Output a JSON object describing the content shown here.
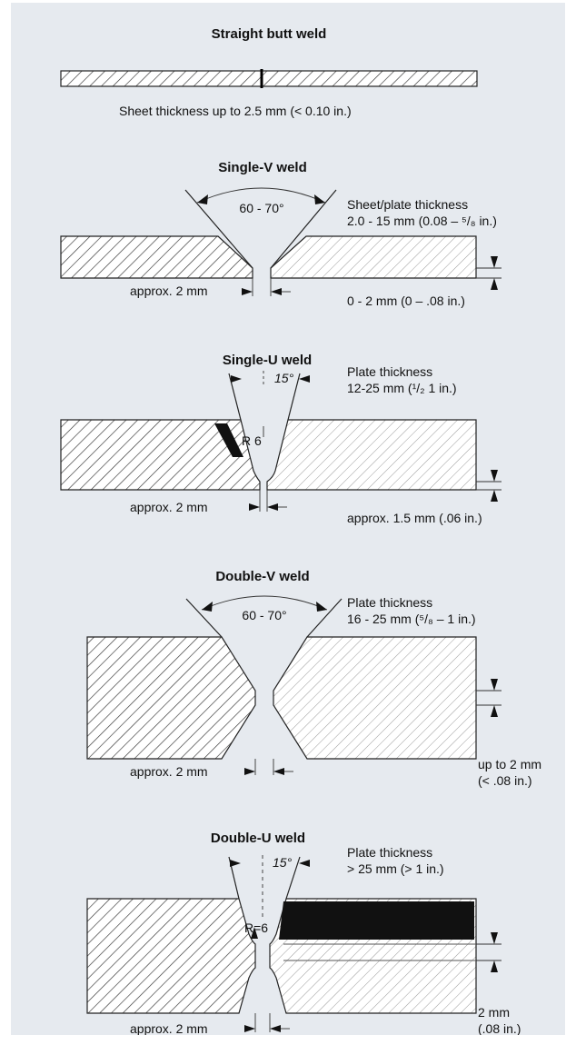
{
  "background_color": "#e6eaef",
  "line_color": "#222222",
  "sections": [
    {
      "title": "Straight butt weld",
      "labels": [
        "Sheet thickness up to 2.5 mm (< 0.10 in.)"
      ]
    },
    {
      "title": "Single-V weld",
      "angle": "60 - 70°",
      "labels": [
        "Sheet/plate thickness",
        "2.0 - 15 mm (0.08 – ⁵/₈ in.)",
        "approx. 2 mm",
        "0 - 2 mm (0 – .08 in.)"
      ]
    },
    {
      "title": "Single-U weld",
      "angle": "15°",
      "radius": "R  6",
      "labels": [
        "Plate thickness",
        "12-25 mm (¹/₂   1 in.)",
        "approx. 2 mm",
        "approx. 1.5 mm (.06 in.)"
      ]
    },
    {
      "title": "Double-V weld",
      "angle": "60 - 70°",
      "labels": [
        "Plate thickness",
        "16 - 25 mm (⁵/₈ – 1 in.)",
        "up to 2 mm",
        "(< .08 in.)",
        "approx. 2 mm"
      ]
    },
    {
      "title": "Double-U weld",
      "angle": "15°",
      "radius": "R=6",
      "labels": [
        "Plate thickness",
        "> 25 mm (> 1 in.)",
        "2 mm",
        "(.08 in.)",
        "approx. 2 mm"
      ]
    }
  ]
}
